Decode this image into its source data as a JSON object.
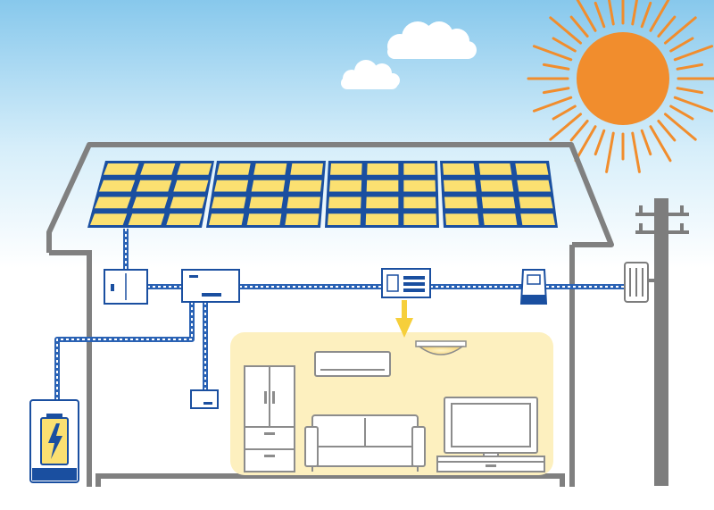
{
  "scene": {
    "components": [
      "sun-icon",
      "cloud-icon",
      "solar-panel-array",
      "connection-box-icon",
      "power-conditioner-icon",
      "distribution-board-icon",
      "power-meter-icon",
      "utility-pole-icon",
      "storage-battery-icon",
      "refrigerator-icon",
      "air-conditioner-icon",
      "ceiling-light-icon",
      "sofa-icon",
      "television-icon"
    ],
    "solar_panel_count": 4,
    "cells_per_panel": {
      "rows": 4,
      "cols": 3
    }
  },
  "colors": {
    "sky_top": "#87c8ec",
    "sky_bottom": "#ffffff",
    "sun": "#f18d2d",
    "panel_frame": "#1a4fa0",
    "panel_cell": "#fbe071",
    "wire": "#2a62b4",
    "wire_dash": "#ffffff",
    "house_outline": "#808080",
    "room_glow": "#fdf0bf",
    "device_stroke": "#1a4fa0",
    "appliance_stroke": "#8c8c8c",
    "arrow": "#f6cf3b",
    "battery_fill": "#fbe071"
  }
}
